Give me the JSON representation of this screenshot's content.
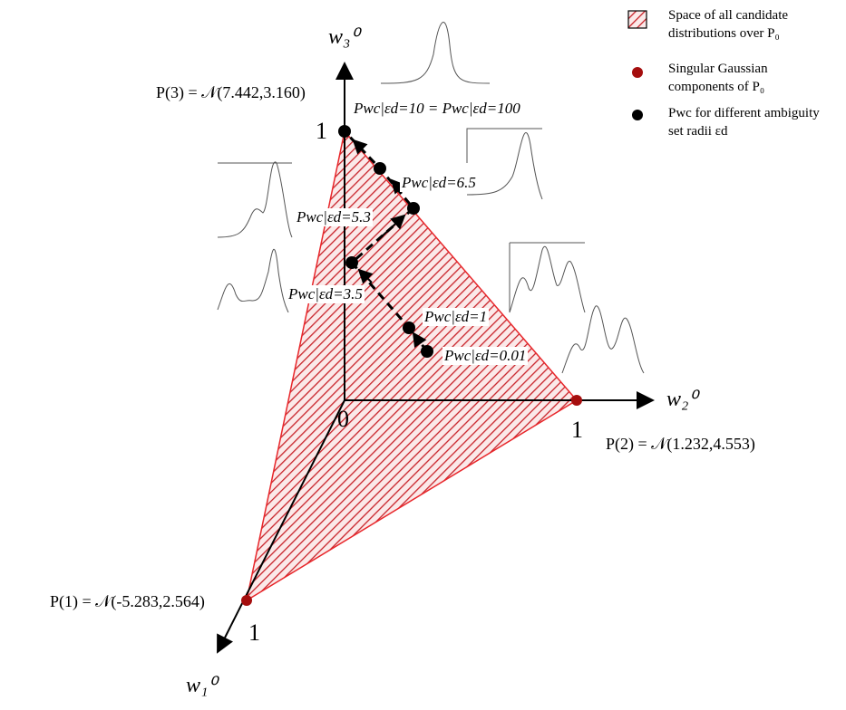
{
  "axes": {
    "w1_label": "w₁⁰",
    "w2_label": "w₂⁰",
    "w3_label": "w₃⁰",
    "origin_label": "0",
    "tick_w1": "1",
    "tick_w2": "1",
    "tick_w3": "1"
  },
  "components": [
    {
      "label": "P(1) = 𝒩(-5.283,2.564)"
    },
    {
      "label": "P(2) = 𝒩(1.232,4.553)"
    },
    {
      "label": "P(3) = 𝒩(7.442,3.160)"
    }
  ],
  "worst_case_points": [
    {
      "label": "Pwc|εd=0.01"
    },
    {
      "label": "Pwc|εd=1"
    },
    {
      "label": "Pwc|εd=3.5"
    },
    {
      "label": "Pwc|εd=5.3"
    },
    {
      "label": "Pwc|εd=6.5"
    },
    {
      "label": "Pwc|εd=10 = Pwc|εd=100"
    }
  ],
  "legend": {
    "simplex": "Space of all candidate distributions over P₀",
    "components": "Singular Gaussian components of P₀",
    "worst_case": "Pwc for different ambiguity set radii εd"
  },
  "colors": {
    "simplex_edge": "#e8262a",
    "hatch": "#c8232a",
    "component_dot": "#a50e0e",
    "wc_dot": "#000000"
  }
}
